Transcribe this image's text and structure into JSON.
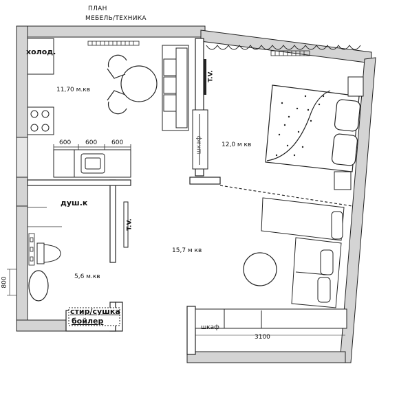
{
  "header": {
    "line1": "ПЛАН",
    "line2": "МЕБЕЛЬ/ТЕХНИКА"
  },
  "labels": {
    "fridge": "холод.",
    "kitchen_area": "11,70 м.кв",
    "bedroom_area": "12,0 м кв",
    "living_area": "15,7 м кв",
    "bath_area": "5,6 м.кв",
    "shower": "душ.к",
    "tv_bedroom": "T.V.",
    "tv_living": "T.V.",
    "wardrobe_vertical": "шкаф",
    "wardrobe_bottom": "шкаф",
    "washer_line1": "стир/сушка",
    "washer_line2": "бойлер"
  },
  "dimensions": {
    "counter_1": "600",
    "counter_2": "600",
    "counter_3": "600",
    "wall_bottom": "3100",
    "left_offset": "800"
  },
  "colors": {
    "wall": "#d4d4d4",
    "line": "#222222",
    "background": "#ffffff"
  }
}
